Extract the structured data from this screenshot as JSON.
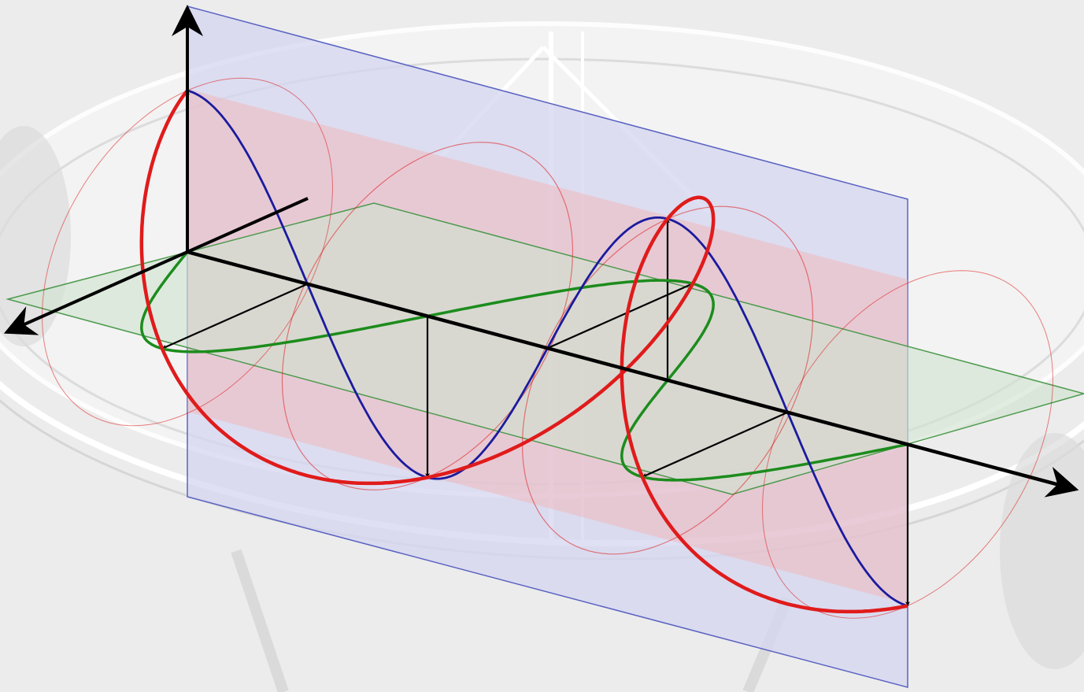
{
  "colors": {
    "background": "#ececec",
    "antenna_lines": "#ffffff",
    "vertical_plane_fill": "#d4d6f0",
    "vertical_plane_border": "#5b63c2",
    "horizontal_plane_fill": "#cfe3cf",
    "horizontal_plane_border": "#4d9a4d",
    "cylinder_fill": "#f3b2b2",
    "circle_red": "#e01b1b",
    "vertical_wave_blue": "#1b1b9e",
    "horizontal_wave_green": "#1c8c1c",
    "axes_black": "#000000"
  },
  "components": {
    "vertical_component": "blue",
    "horizontal_component": "green",
    "resultant_helix": "red"
  },
  "icons": [
    "radio-telescope-dish-icon"
  ]
}
